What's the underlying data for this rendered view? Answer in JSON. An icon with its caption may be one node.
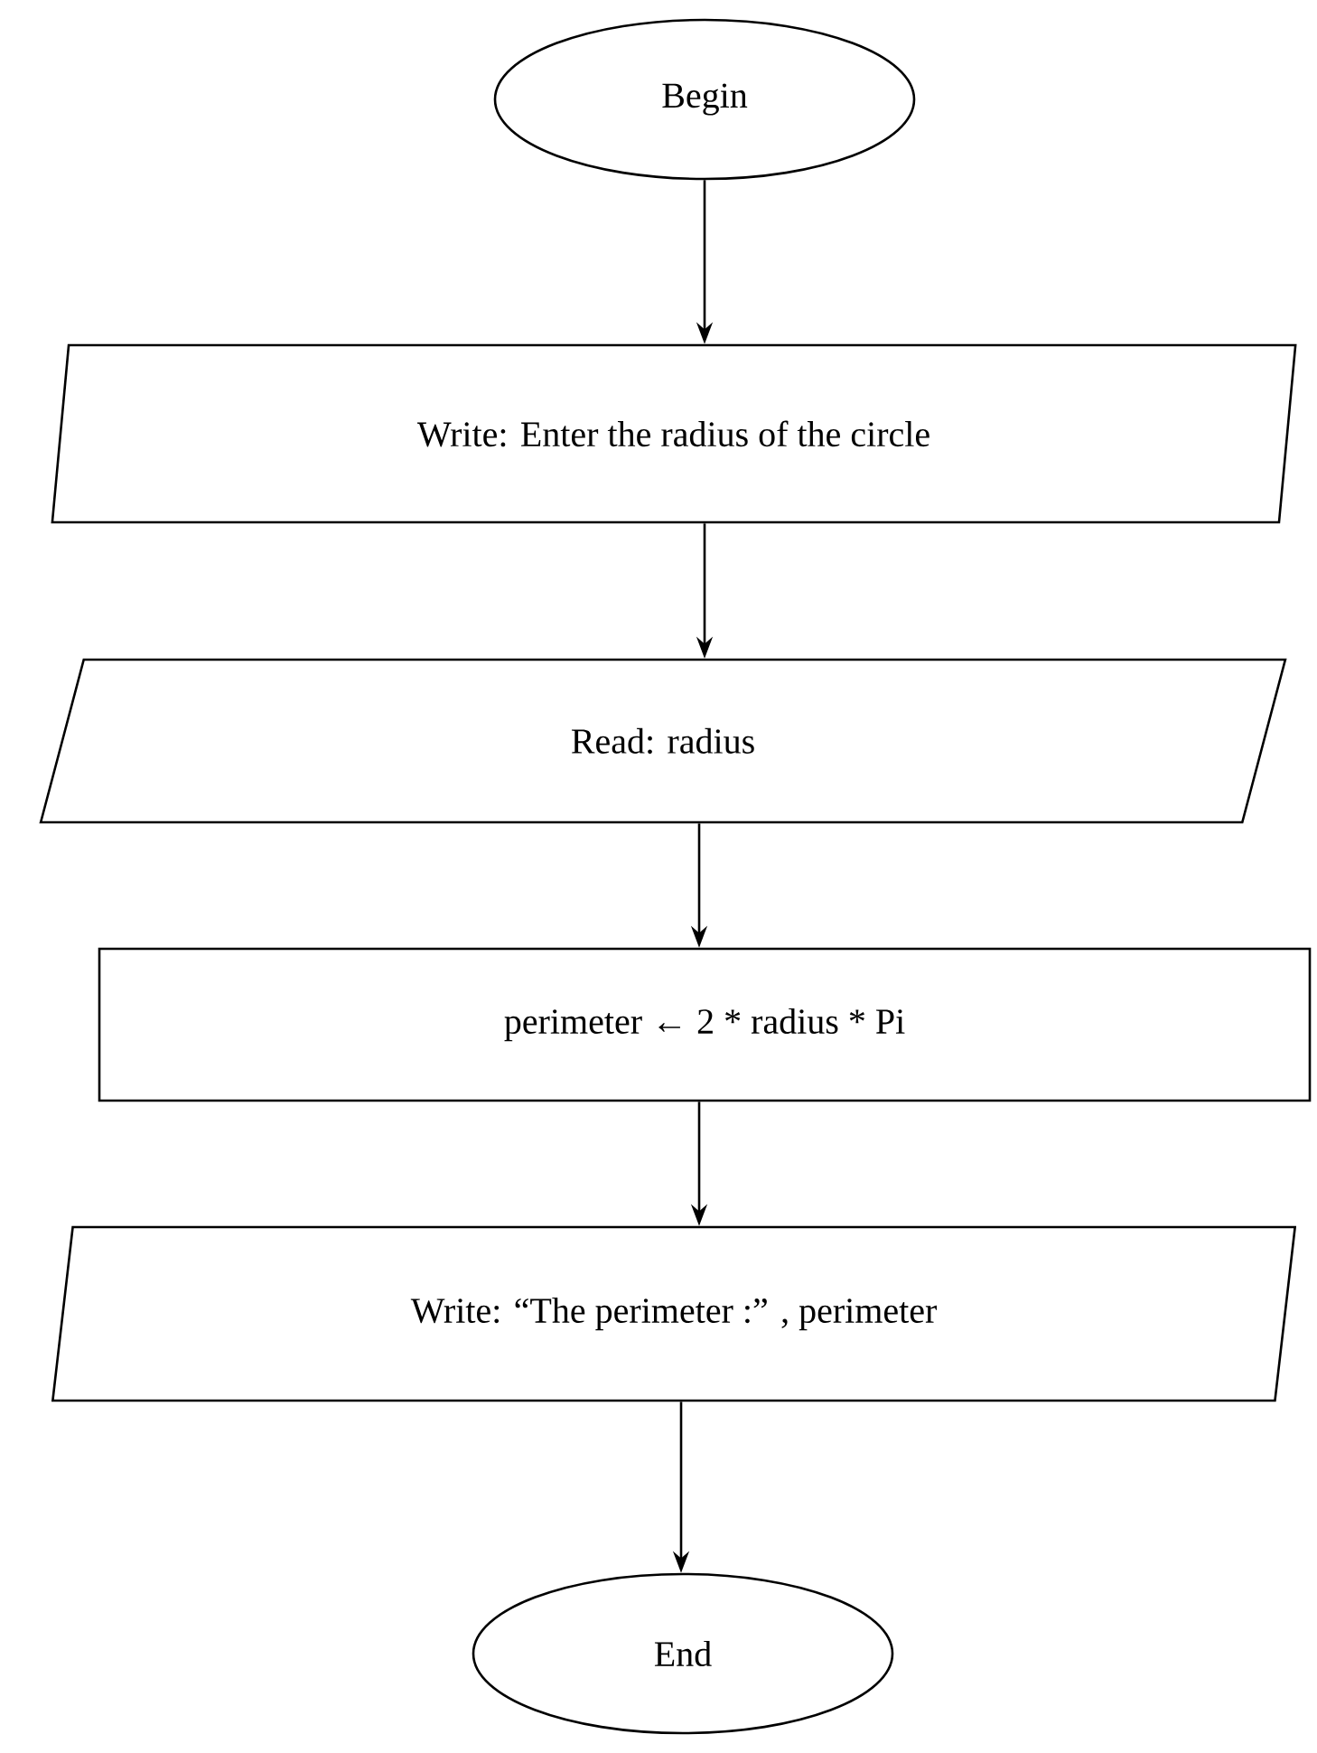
{
  "diagram": {
    "nodes": [
      {
        "text": [
          "Begin"
        ]
      },
      {
        "text": [
          "Write: Enter the radius of the circle"
        ]
      },
      {
        "text": [
          "Read: radius"
        ]
      },
      {
        "text": [
          "perimeter ← 2 * radius * Pi"
        ]
      },
      {
        "text": [
          "Write: “The perimeter :” , perimeter"
        ]
      },
      {
        "text": [
          "End"
        ]
      }
    ],
    "edges": [
      {
        "from": 0,
        "to": 1,
        "arrow": "to"
      },
      {
        "from": 1,
        "to": 2,
        "arrow": "to"
      },
      {
        "from": 2,
        "to": 3,
        "arrow": "to"
      },
      {
        "from": 3,
        "to": 4,
        "arrow": "to"
      },
      {
        "from": 4,
        "to": 5,
        "arrow": "to"
      }
    ]
  }
}
